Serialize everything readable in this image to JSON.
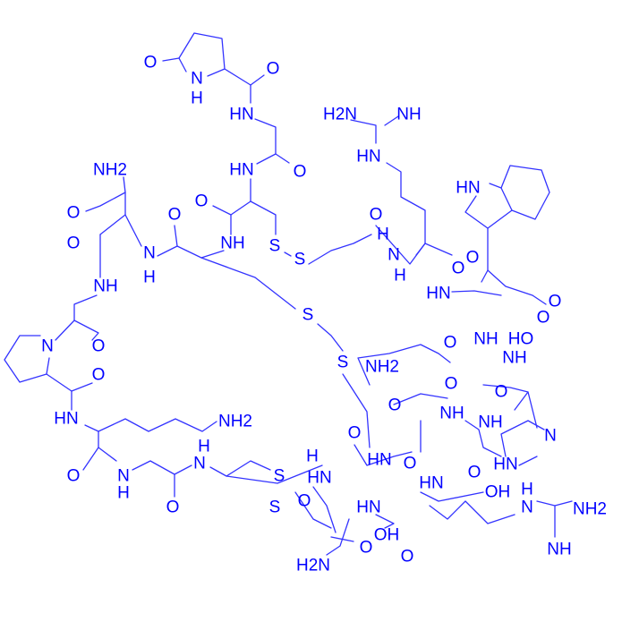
{
  "colors": {
    "atom": "#0000ff",
    "bond": "#3333ff",
    "background": "#ffffff"
  },
  "atoms": [
    "O",
    "N",
    "H",
    "O",
    "HN",
    "HN",
    "O",
    "NH2",
    "O",
    "O",
    "O",
    "NH",
    "S",
    "S",
    "O",
    "N",
    "H",
    "NH",
    "H2N",
    "NH",
    "HN",
    "HN",
    "O",
    "H",
    "N",
    "H",
    "O",
    "O",
    "HN",
    "O",
    "O",
    "S",
    "S",
    "NH2",
    "O",
    "NH",
    "HO",
    "NH",
    "O",
    "O",
    "O",
    "NH",
    "NH",
    "N",
    "HN",
    "O",
    "HN",
    "O",
    "HN",
    "O",
    "OH",
    "H",
    "N",
    "NH2",
    "NH",
    "HN",
    "OH",
    "O",
    "O",
    "H",
    "HN",
    "H2N",
    "N",
    "O",
    "O",
    "HN",
    "NH2",
    "H",
    "N",
    "O",
    "N",
    "H",
    "O",
    "S",
    "O",
    "S"
  ]
}
